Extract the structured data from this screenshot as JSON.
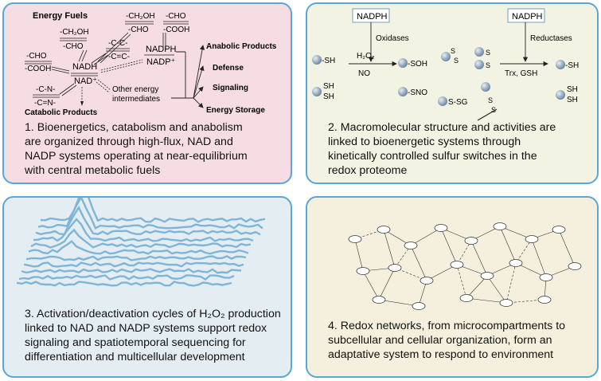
{
  "panel1": {
    "title_energy_fuels": "Energy Fuels",
    "ch2oh": "-CH₂OH",
    "cho": "-CHO",
    "cc_single": "-C-C-",
    "cc_double": "-C=C-",
    "ch2oh_2": "-CH₂OH",
    "cho_2": "-CHO",
    "cho_3": "-CHO",
    "cooh": "-COOH",
    "cho_left": "-CHO",
    "cooh_left": "-COOH",
    "nadh": "NADH",
    "nad": "NAD⁺",
    "nadph": "NADPH",
    "nadp": "NADP⁺",
    "cn_single": "-C-N-",
    "cn_double": "-C=N-",
    "other_energy_1": "Other energy",
    "other_energy_2": "intermediates",
    "anabolic": "Anabolic Products",
    "defense": "Defense",
    "signaling": "Signaling",
    "energy_storage": "Energy Storage",
    "catabolic": "Catabolic Products",
    "caption": [
      "1. Bioenergetics, catabolism and anabolism",
      "are organized through high-flux, NAD and",
      "NADP systems operating at near-equilibrium",
      "with central metabolic fuels"
    ]
  },
  "panel2": {
    "nadph_left": "NADPH",
    "nadph_right": "NADPH",
    "oxidases": "Oxidases",
    "reductases": "Reductases",
    "h2o2": "H₂O₂",
    "no": "NO",
    "trx_gsh": "Trx, GSH",
    "sh": "-SH",
    "sh_a": "SH",
    "sh_b": "SH",
    "soh": "-SOH",
    "sno": "-SNO",
    "s_sg": "S-SG",
    "s": "S",
    "sh_r": "-SH",
    "caption": [
      "2. Macromolecular structure and activities are",
      "linked to bioenergetic systems through",
      "kinetically controlled sulfur switches in the",
      "redox proteome"
    ]
  },
  "panel3": {
    "caption": [
      "3. Activation/deactivation cycles of H₂O₂ production",
      "linked to NAD and NADP systems support redox",
      "signaling and spatiotemporal sequencing for",
      "differentiation and multicellular development"
    ]
  },
  "panel4": {
    "caption": [
      "4. Redox networks, from microcompartments to",
      "subcellular and cellular organization, form an",
      "adaptative system to respond to environment"
    ]
  },
  "colors": {
    "border": "#5aa6d6",
    "panel1_bg": "#f5dde3",
    "panel2_bg": "#f3f3e4",
    "panel3_bg": "#e4edf2",
    "panel4_bg": "#f5f0dd",
    "wave": "#7fb6d8",
    "sphere": "#9ab0c6"
  }
}
